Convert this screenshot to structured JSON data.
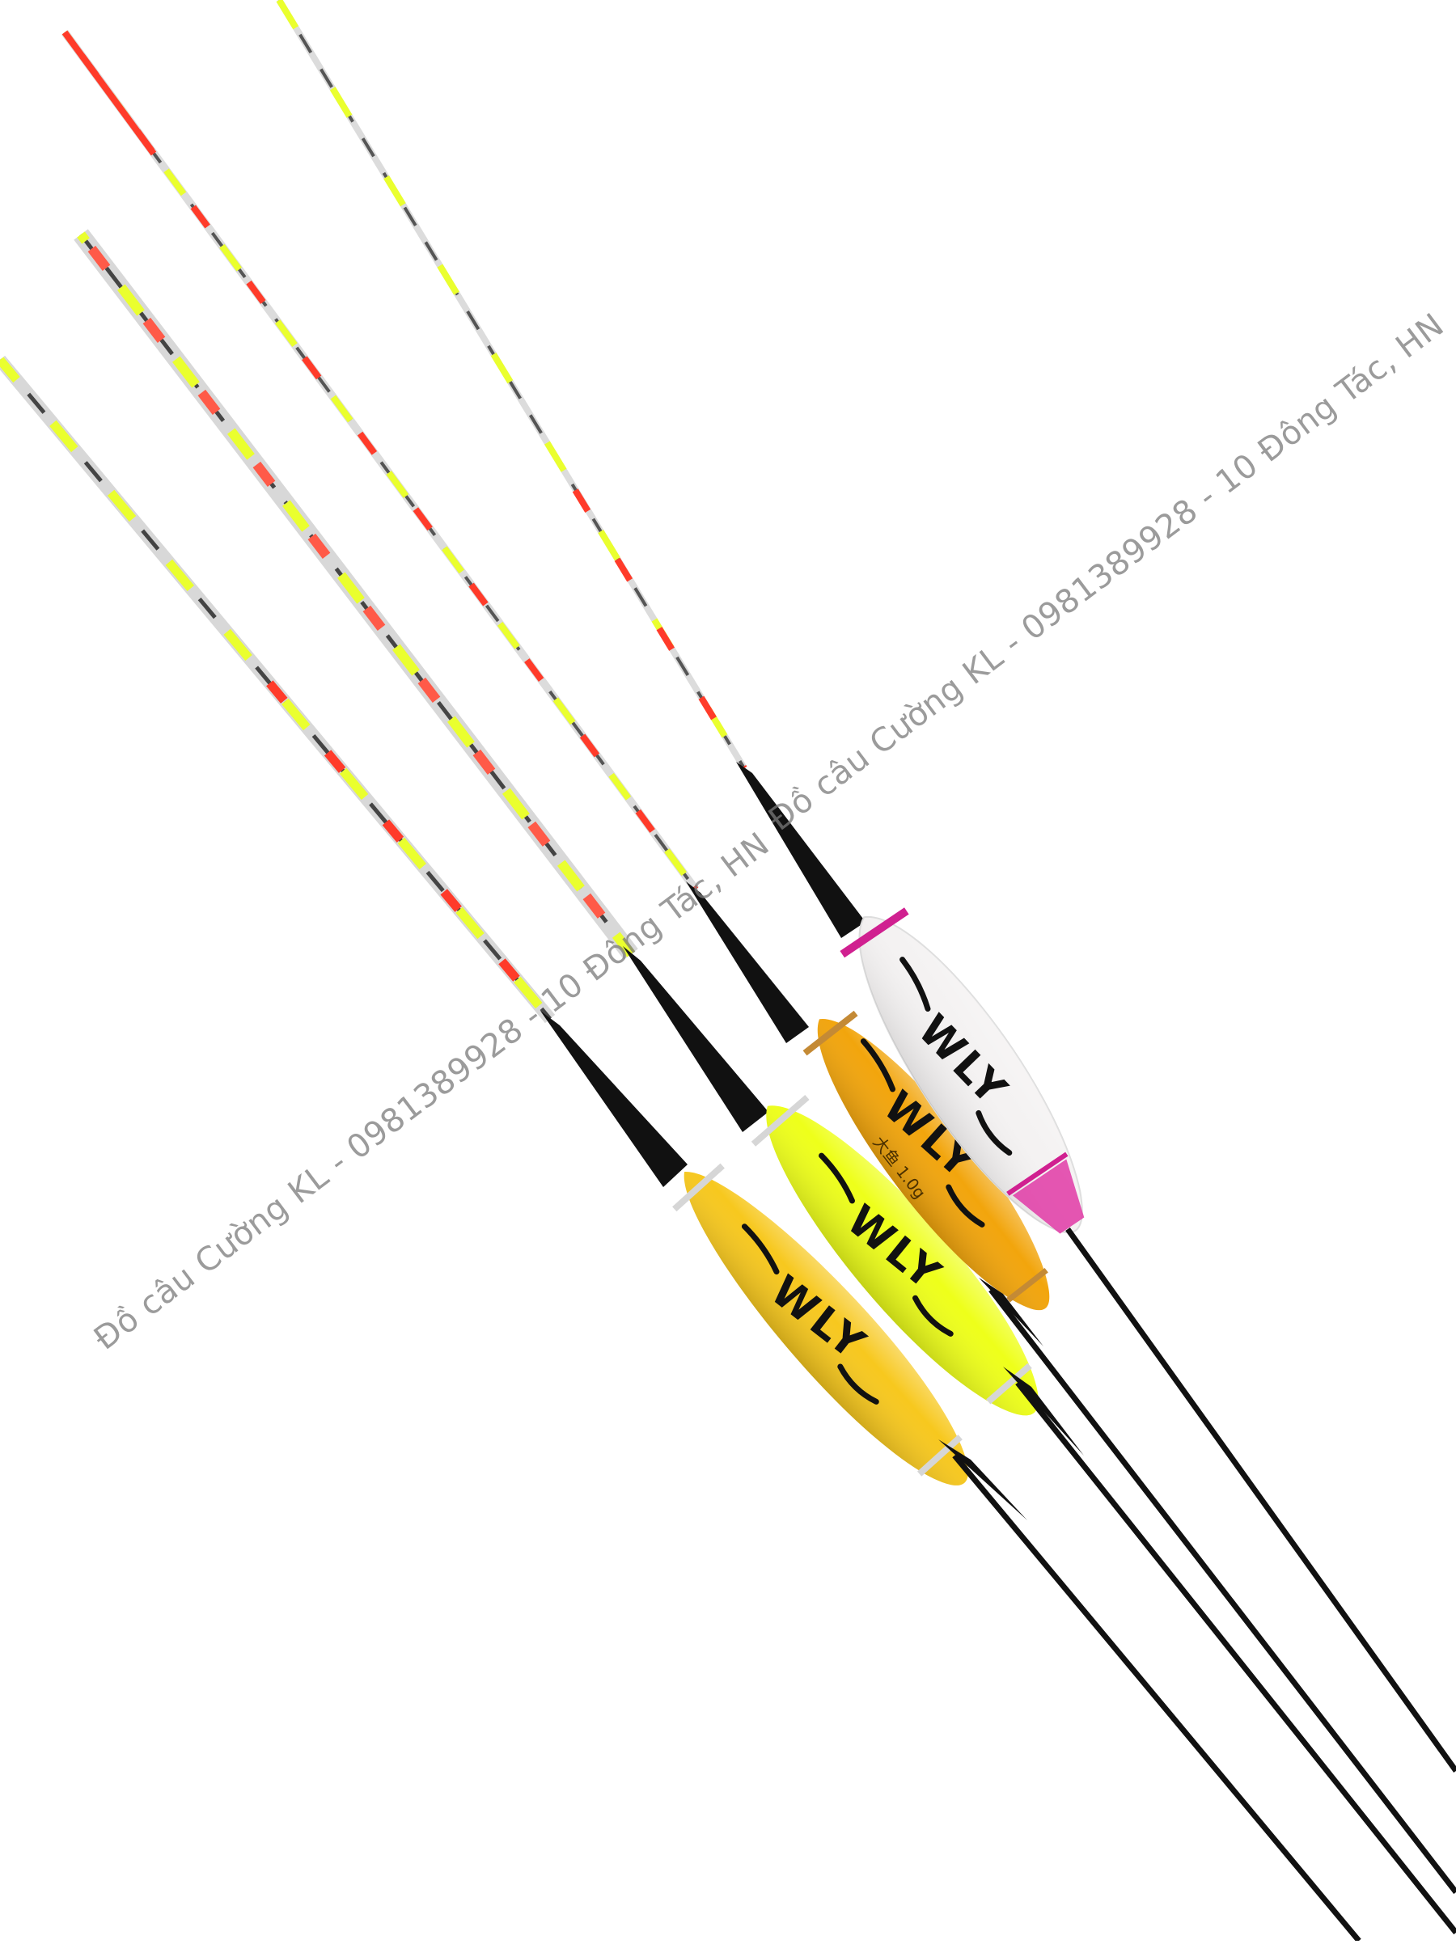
{
  "watermark": {
    "line1": "Đồ câu Cường KL - 0981389928 - 10 Đông Tác, HN",
    "line2": "Đồ câu Cường KL - 0981389928 - 10 Đông Tác, HN",
    "color": "#7a7a7a"
  },
  "floats": [
    {
      "brand": "WLY",
      "body_color": "#f7c81e",
      "band_color": "#c8c8c8",
      "printed_mark": ""
    },
    {
      "brand": "WLY",
      "body_color": "#eeff1a",
      "band_color": "#c8c8c8",
      "printed_mark": ""
    },
    {
      "brand": "WLY",
      "body_color": "#f2a50c",
      "band_color": "#c48a35",
      "printed_mark": "大鱼 1.0g"
    },
    {
      "brand": "WLY",
      "body_color": "#f4f2f2",
      "band_color": "#d02090",
      "printed_mark": ""
    }
  ],
  "colors": {
    "background": "#ffffff",
    "antenna_red": "#ff3b2a",
    "antenna_yellow": "#eaff2e",
    "stem": "#111111"
  }
}
